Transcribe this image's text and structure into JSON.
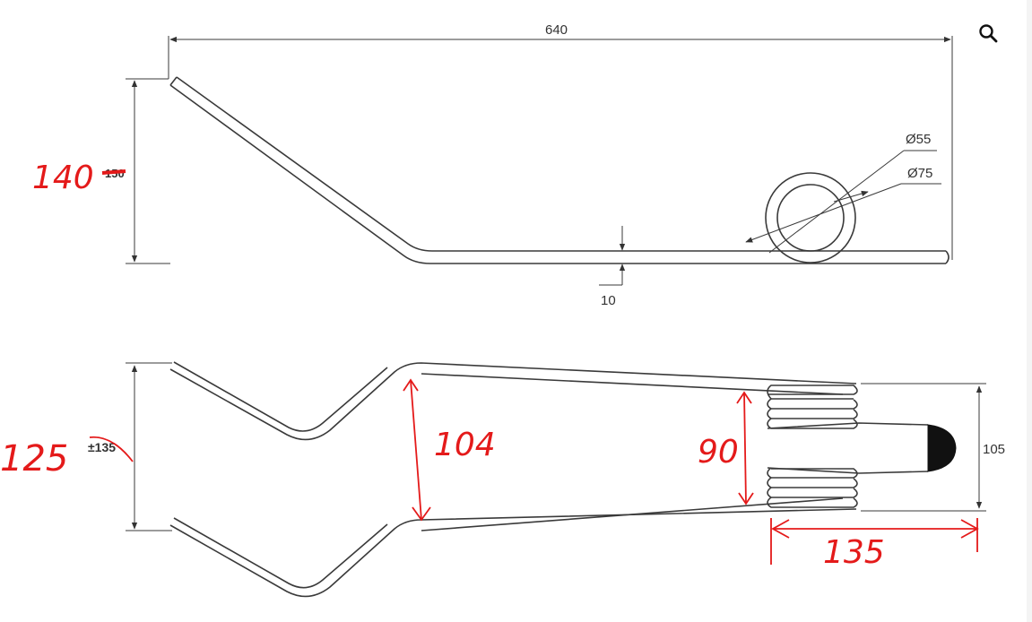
{
  "drawing": {
    "side_view": {
      "overall_length": "640",
      "wire_thickness": "10",
      "coil_inner_diameter": "Ø55",
      "coil_outer_diameter": "Ø75",
      "height_original": "150",
      "height_handwritten": "140"
    },
    "top_view": {
      "width_original": "±135",
      "width_handwritten": "125",
      "coil_width": "105",
      "inner_span_handwritten": "104",
      "coil_gap_handwritten": "90",
      "coil_length_handwritten": "135"
    }
  },
  "toolbar": {
    "search_icon": "magnifier-icon"
  },
  "colors": {
    "line": "#3a3a3a",
    "annotation": "#e41a1a",
    "background": "#ffffff"
  }
}
